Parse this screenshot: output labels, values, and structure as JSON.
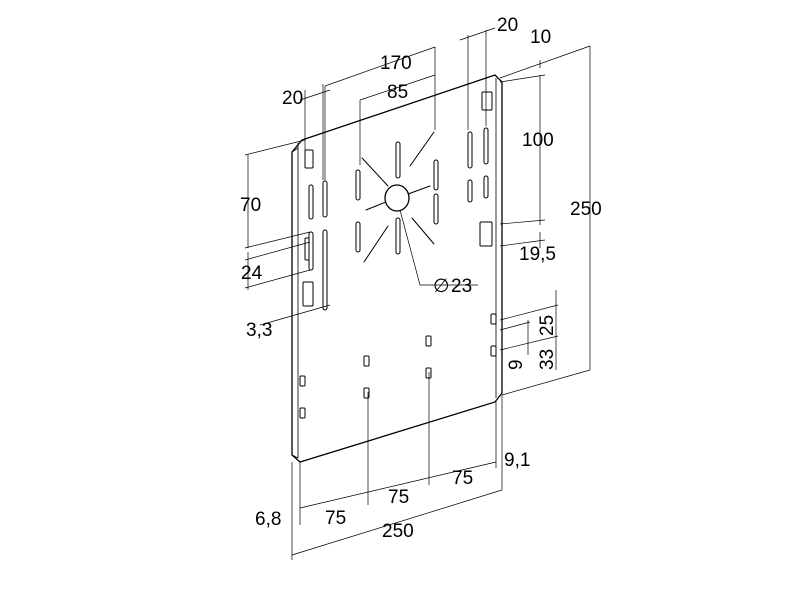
{
  "drawing": {
    "dimensions": {
      "top_20_right": "20",
      "top_10": "10",
      "top_170": "170",
      "top_85": "85",
      "left_20": "20",
      "right_100": "100",
      "right_250": "250",
      "left_70": "70",
      "left_24": "24",
      "right_19_5": "19,5",
      "diameter_23": "23",
      "diameter_symbol": "∅",
      "left_3_3": "3,3",
      "right_25": "25",
      "right_9": "9",
      "right_33": "33",
      "bottom_9_1": "9,1",
      "bottom_6_8": "6,8",
      "bottom_75_a": "75",
      "bottom_75_b": "75",
      "bottom_75_c": "75",
      "bottom_250": "250"
    }
  }
}
